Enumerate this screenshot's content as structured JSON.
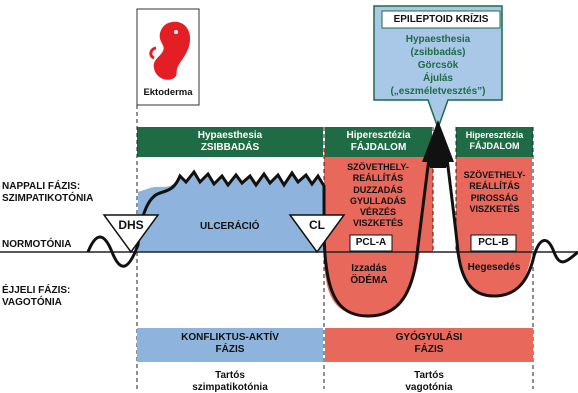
{
  "embryo": {
    "label": "Ektoderma"
  },
  "crisis": {
    "title": "EPILEPTOID KRÍZIS",
    "lines": [
      "Hypaesthesia",
      "(zsibbadás)",
      "Görcsök",
      "Ájulás",
      "(„eszméletvesztés”)"
    ]
  },
  "phases": {
    "day": [
      "NAPPALI FÁZIS:",
      "SZIMPATIKOTÓNIA"
    ],
    "normal": "NORMOTÓNIA",
    "night": [
      "ÉJJELI FÁZIS:",
      "VAGOTÓNIA"
    ]
  },
  "headers": {
    "left": [
      "Hypaesthesia",
      "ZSIBBADÁS"
    ],
    "mid": [
      "Hiperesztézia",
      "FÁJDALOM"
    ],
    "right": [
      "Hiperesztézia",
      "FÁJDALOM"
    ]
  },
  "curve_labels": {
    "ulceration": "ULCERÁCIÓ",
    "dhs": "DHS",
    "cl": "CL",
    "pcl_a": "PCL-A",
    "pcl_b": "PCL-B",
    "mid_symptoms": [
      "SZÖVETHELY-",
      "REÁLLÍTÁS",
      "DUZZADÁS",
      "GYULLADÁS",
      "VÉRZÉS",
      "VISZKETÉS"
    ],
    "right_symptoms": [
      "SZÖVETHELY-",
      "REÁLLÍTÁS",
      "PIROSSÁG",
      "VISZKETÉS"
    ],
    "edema": [
      "Izzadás",
      "ÖDÉMA"
    ],
    "scarring": "Hegesedés"
  },
  "bottom": {
    "active": [
      "KONFLIKTUS-AKTÍV",
      "FÁZIS"
    ],
    "healing": [
      "GYÓGYULÁSI",
      "FÁZIS"
    ],
    "left_note": [
      "Tartós",
      "szimpatikotónia"
    ],
    "right_note": [
      "Tartós",
      "vagotónia"
    ]
  },
  "colors": {
    "dark_green": "#1f6b45",
    "blue_fill": "#8eb4dd",
    "red_fill": "#e8685c",
    "embryo_red": "#e31e24",
    "crisis_fill": "#a9c8e8"
  }
}
